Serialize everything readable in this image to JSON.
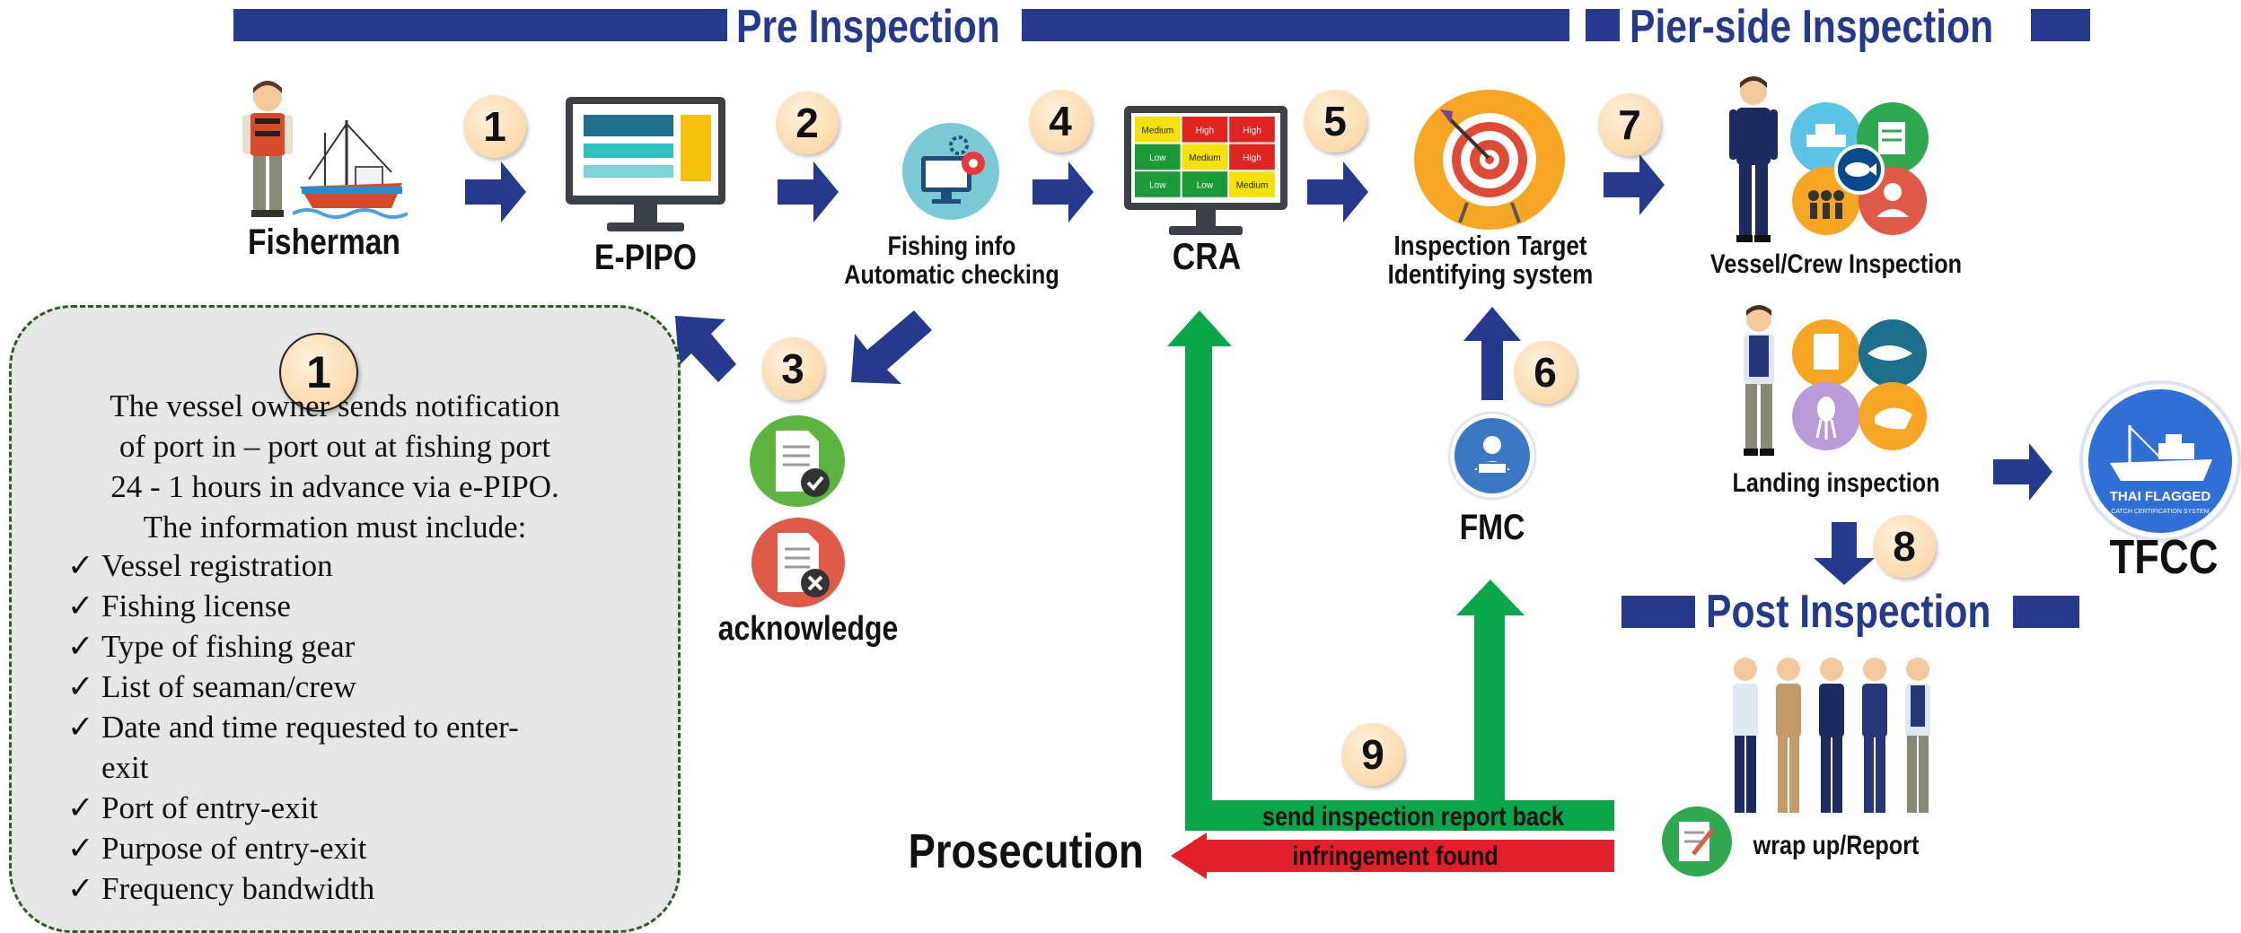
{
  "sections": {
    "pre_inspection": "Pre Inspection",
    "pier_side_inspection": "Pier-side Inspection",
    "post_inspection": "Post Inspection"
  },
  "nodes": {
    "fisherman": "Fisherman",
    "epipo": "E-PIPO",
    "fishing_info_line1": "Fishing info",
    "fishing_info_line2": "Automatic checking",
    "cra": "CRA",
    "inspection_target_line1": "Inspection Target",
    "inspection_target_line2": "Identifying system",
    "vessel_crew_inspection": "Vessel/Crew Inspection",
    "landing_inspection": "Landing inspection",
    "tfcc": "TFCC",
    "fmc": "FMC",
    "acknowledge": "acknowledge",
    "wrap_up_report": "wrap up/Report",
    "prosecution": "Prosecution"
  },
  "steps": [
    "1",
    "2",
    "3",
    "4",
    "5",
    "6",
    "7",
    "8",
    "9"
  ],
  "cra_matrix": [
    [
      {
        "text": "Medium",
        "color": "#f5e10a"
      },
      {
        "text": "High",
        "color": "#e0241f"
      },
      {
        "text": "High",
        "color": "#e0241f"
      }
    ],
    [
      {
        "text": "Low",
        "color": "#1c9a3a"
      },
      {
        "text": "Medium",
        "color": "#f5e10a"
      },
      {
        "text": "High",
        "color": "#e0241f"
      }
    ],
    [
      {
        "text": "Low",
        "color": "#1c9a3a"
      },
      {
        "text": "Low",
        "color": "#1c9a3a"
      },
      {
        "text": "Medium",
        "color": "#f5e10a"
      }
    ]
  ],
  "tfcc_logo_text": "THAI FLAGGED",
  "tfcc_logo_subtext": "CATCH CERTIFICATION SYSTEM",
  "bars": {
    "green": "send inspection report back",
    "red": "infringement found"
  },
  "note": {
    "badge": "1",
    "lines": [
      "The vessel owner sends notification",
      "of port in – port out at fishing port",
      "24 - 1 hours in advance via e-PIPO.",
      "The information must include:"
    ],
    "items": [
      "Vessel registration",
      "Fishing license",
      "Type of fishing gear",
      "List of seaman/crew",
      "Date and time requested to enter-",
      "exit",
      "Port of entry-exit",
      "Purpose of entry-exit",
      "Frequency bandwidth"
    ],
    "check_mark": "✓"
  },
  "colors": {
    "navy": "#253a8c",
    "green_flow": "#0aa64a",
    "red_flow": "#e3202a",
    "number_badge": "#f9cf98",
    "note_border": "#2c5e23",
    "note_bg": "#e6e6e6"
  }
}
